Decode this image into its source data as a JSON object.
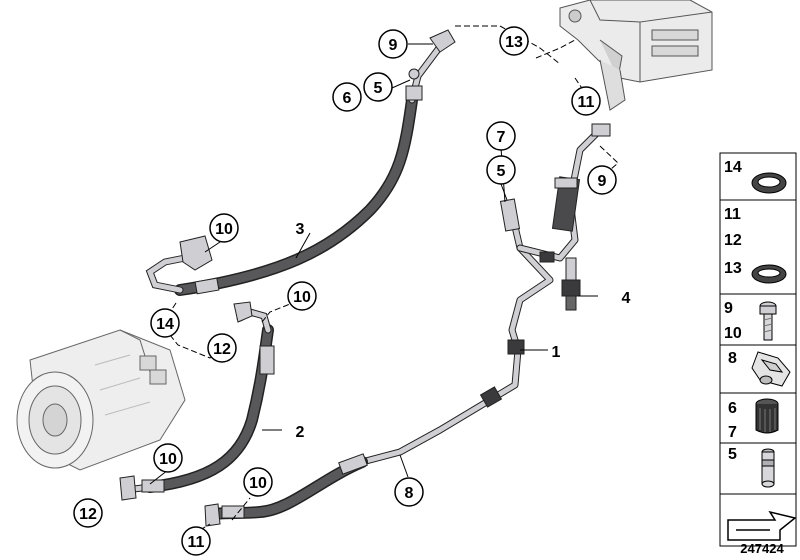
{
  "diagram": {
    "id": "247424",
    "callouts": [
      {
        "key": "c9-top",
        "label": "9"
      },
      {
        "key": "c13",
        "label": "13"
      },
      {
        "key": "c6",
        "label": "6"
      },
      {
        "key": "c5-top",
        "label": "5"
      },
      {
        "key": "c11-top",
        "label": "11"
      },
      {
        "key": "c7",
        "label": "7"
      },
      {
        "key": "c5-mid",
        "label": "5"
      },
      {
        "key": "c9-right",
        "label": "9"
      },
      {
        "key": "c10-a",
        "label": "10"
      },
      {
        "key": "c3",
        "label": "3"
      },
      {
        "key": "c4",
        "label": "4"
      },
      {
        "key": "c10-b",
        "label": "10"
      },
      {
        "key": "c14",
        "label": "14"
      },
      {
        "key": "c12-a",
        "label": "12"
      },
      {
        "key": "c1",
        "label": "1"
      },
      {
        "key": "c2",
        "label": "2"
      },
      {
        "key": "c10-c",
        "label": "10"
      },
      {
        "key": "c8",
        "label": "8"
      },
      {
        "key": "c12-b",
        "label": "12"
      },
      {
        "key": "c10-d",
        "label": "10"
      },
      {
        "key": "c11-bottom",
        "label": "11"
      }
    ],
    "legend": [
      {
        "key": "row-14",
        "numbers": [
          "14"
        ],
        "icon": "o-ring-icon"
      },
      {
        "key": "row-11-12-13",
        "numbers": [
          "11",
          "12",
          "13"
        ],
        "icon": "o-ring-icon"
      },
      {
        "key": "row-9-10",
        "numbers": [
          "9",
          "10"
        ],
        "icon": "bolt-icon"
      },
      {
        "key": "row-8",
        "numbers": [
          "8"
        ],
        "icon": "clip-icon"
      },
      {
        "key": "row-6-7",
        "numbers": [
          "6",
          "7"
        ],
        "icon": "valve-cap-icon"
      },
      {
        "key": "row-5",
        "numbers": [
          "5"
        ],
        "icon": "valve-insert-icon"
      },
      {
        "key": "row-arrow",
        "numbers": [],
        "icon": "arrow-icon"
      }
    ],
    "colors": {
      "hose": "#4a4a4c",
      "pipe": "#c8c8cc",
      "outline": "#222222",
      "component": "#e6e6e6"
    }
  }
}
